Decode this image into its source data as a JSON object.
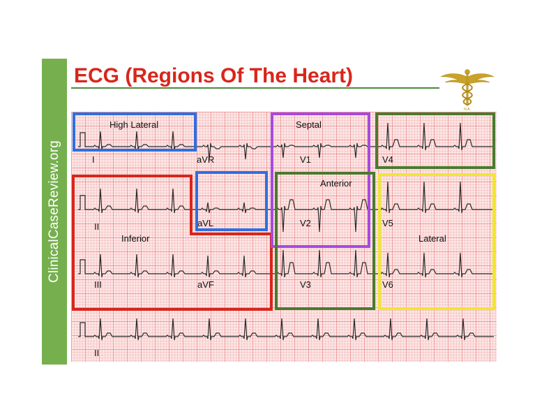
{
  "sidebar": {
    "text": "ClinicalCaseReview.org",
    "color": "#76b04e"
  },
  "header": {
    "title": "ECG (Regions Of The Heart)",
    "title_color": "#d8261c",
    "logo_icon": "caduceus-icon",
    "logo_initials": "N.A."
  },
  "leads": {
    "I": "I",
    "aVR": "aVR",
    "V1": "V1",
    "V4": "V4",
    "II": "II",
    "aVL": "aVL",
    "V2": "V2",
    "V5": "V5",
    "III": "III",
    "aVF": "aVF",
    "V3": "V3",
    "V6": "V6",
    "rhythm": "II"
  },
  "regions": {
    "high_lateral": {
      "label": "High Lateral",
      "color": "#2f6fe0"
    },
    "septal": {
      "label": "Septal",
      "color": "#a64ae0"
    },
    "anterior": {
      "label": "Anterior",
      "color": "#4a7a2e"
    },
    "inferior": {
      "label": "Inferior",
      "color": "#d8261c"
    },
    "lateral": {
      "label": "Lateral",
      "color": "#f0e633"
    }
  }
}
